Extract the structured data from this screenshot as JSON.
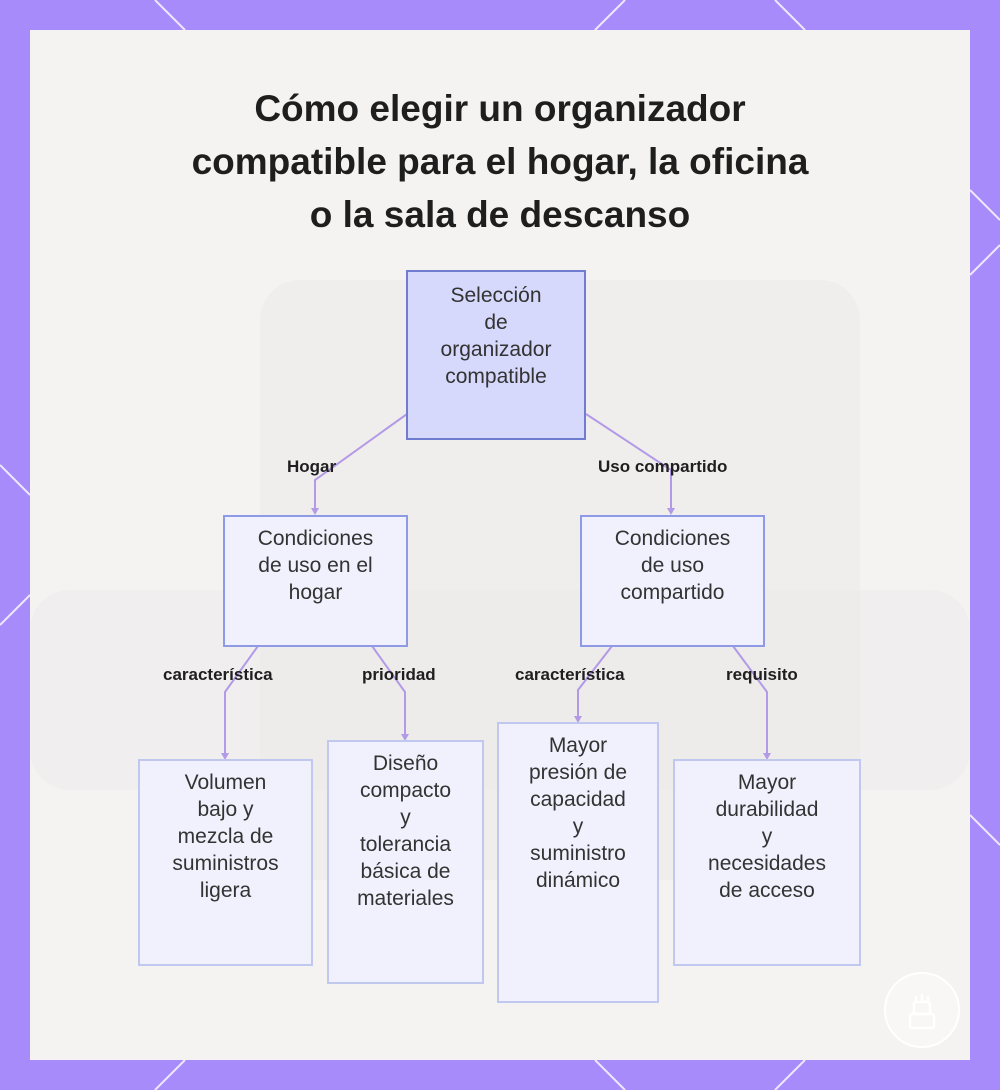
{
  "title": "Cómo elegir un organizador\ncompatible para el hogar, la oficina\no la sala de descanso",
  "nodes": {
    "root": "Selección\nde\norganizador\ncompatible",
    "home": "Condiciones\nde uso en el\nhogar",
    "shared": "Condiciones\nde uso\ncompartido",
    "home_feature": "Volumen\nbajo y\nmezcla de\nsuministros\nligera",
    "home_priority": "Diseño\ncompacto\ny\ntolerancia\nbásica de\nmateriales",
    "shared_feature": "Mayor\npresión de\ncapacidad\ny\nsuministro\ndinámico",
    "shared_requirement": "Mayor\ndurabilidad\ny\nnecesidades\nde acceso"
  },
  "edge_labels": {
    "hogar": "Hogar",
    "uso_compartido": "Uso compartido",
    "home_caracteristica": "característica",
    "home_prioridad": "prioridad",
    "shared_caracteristica": "característica",
    "shared_requisito": "requisito"
  },
  "colors": {
    "frame": "#a78bfa",
    "node_fill": "#f0f1fc",
    "root_fill": "#d6d9fb",
    "edge": "#b39ae6"
  }
}
